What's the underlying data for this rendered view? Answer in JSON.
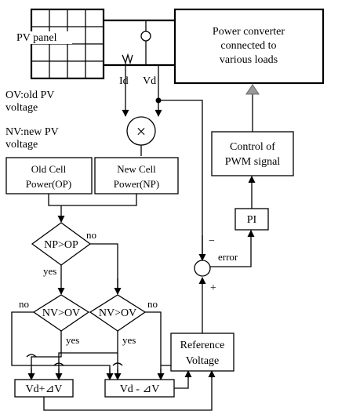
{
  "pv_panel": {
    "label": "PV panel"
  },
  "converter": {
    "line1": "Power converter",
    "line2": "connected to",
    "line3": "various loads"
  },
  "sensors": {
    "current": "Id",
    "voltage": "Vd"
  },
  "legend": {
    "ov_line1": "OV:old PV",
    "ov_line2": "voltage",
    "nv_line1": "NV:new PV",
    "nv_line2": "voltage"
  },
  "multiplier": {
    "symbol": "×"
  },
  "old_power": {
    "line1": "Old Cell",
    "line2": "Power(OP)"
  },
  "new_power": {
    "line1": "New Cell",
    "line2": "Power(NP)"
  },
  "decision_main": {
    "text": "NP>OP",
    "yes": "yes",
    "no": "no"
  },
  "decision_left": {
    "text": "NV>OV",
    "yes": "yes",
    "no": "no"
  },
  "decision_right": {
    "text": "NV>OV",
    "yes": "yes",
    "no": "no"
  },
  "increase": {
    "text": "Vd+⊿V"
  },
  "decrease": {
    "text": "Vd - ⊿V"
  },
  "reference": {
    "line1": "Reference",
    "line2": "Voltage"
  },
  "summing": {
    "minus": "−",
    "plus": "+",
    "error": "error"
  },
  "pi": {
    "text": "PI"
  },
  "pwm": {
    "line1": "Control of",
    "line2": "PWM signal"
  }
}
